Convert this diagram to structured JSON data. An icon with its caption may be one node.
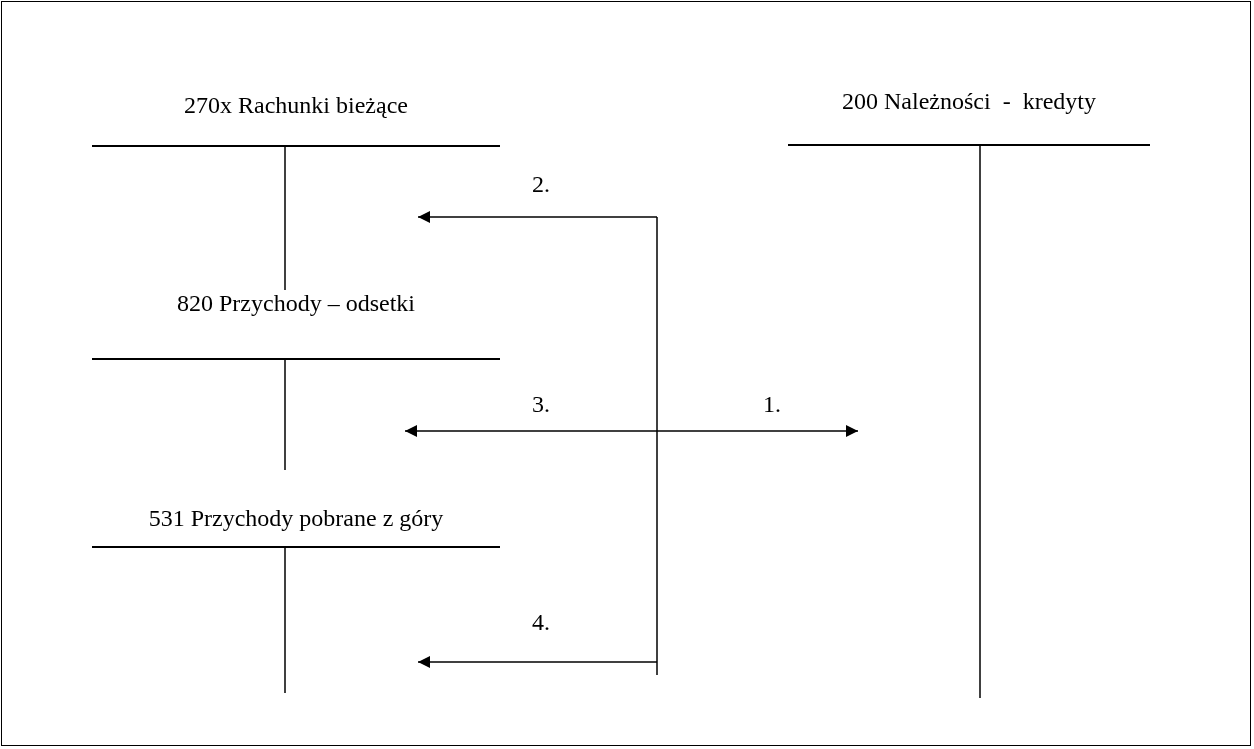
{
  "diagram": {
    "nodes": [
      {
        "text": [
          "270x Rachunki bieżące"
        ]
      },
      {
        "text": [
          "820 Przychody – odsetki"
        ]
      },
      {
        "text": [
          "531 Przychody pobrane z góry"
        ]
      },
      {
        "text": [
          "200 Należności  -  kredyty"
        ]
      }
    ],
    "edges": [
      {
        "from": null,
        "to": 3,
        "arrow": "to",
        "label": "1."
      },
      {
        "from": null,
        "to": 0,
        "arrow": "to",
        "label": "2."
      },
      {
        "from": null,
        "to": 1,
        "arrow": "to",
        "label": "3."
      },
      {
        "from": null,
        "to": 2,
        "arrow": "to",
        "label": "4."
      }
    ]
  }
}
